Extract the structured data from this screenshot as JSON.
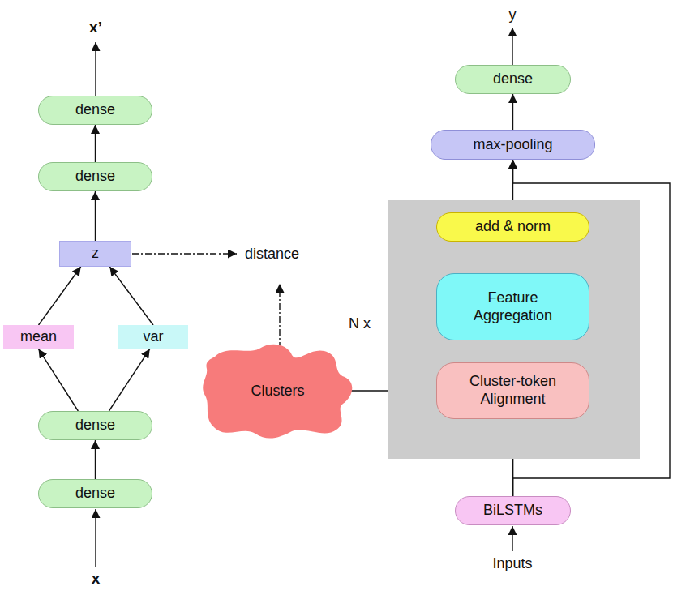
{
  "diagram": {
    "nodes": [
      {
        "text": [
          "dense"
        ]
      },
      {
        "text": [
          "dense"
        ]
      },
      {
        "text": [
          "z"
        ]
      },
      {
        "text": [
          "mean"
        ]
      },
      {
        "text": [
          "var"
        ]
      },
      {
        "text": [
          "dense"
        ]
      },
      {
        "text": [
          "dense"
        ]
      },
      {
        "text": [
          "dense"
        ]
      },
      {
        "text": [
          "max-pooling"
        ]
      },
      {
        "text": [
          "N x"
        ]
      },
      {
        "text": [
          "add & norm"
        ],
        "in": 9
      },
      {
        "text": [
          "Feature Aggregation"
        ],
        "in": 9
      },
      {
        "text": [
          "Cluster-token Alignment"
        ],
        "in": 9
      },
      {
        "text": [
          "Clusters"
        ]
      },
      {
        "text": [
          "BiLSTMs"
        ]
      }
    ],
    "edges": [
      {
        "from": 6,
        "to": 5,
        "arrow": "to"
      },
      {
        "from": 5,
        "to": 3,
        "arrow": "to"
      },
      {
        "from": 5,
        "to": 4,
        "arrow": "to"
      },
      {
        "from": 3,
        "to": 2,
        "arrow": "to"
      },
      {
        "from": 4,
        "to": 2,
        "arrow": "to"
      },
      {
        "from": 2,
        "to": 1,
        "arrow": "to"
      },
      {
        "from": 1,
        "to": 0,
        "arrow": "to"
      },
      {
        "from": 14,
        "to": 12,
        "arrow": "to"
      },
      {
        "from": 12,
        "to": 11,
        "arrow": "to"
      },
      {
        "from": 11,
        "to": 10,
        "arrow": "to"
      },
      {
        "from": 14,
        "to": 10,
        "arrow": "to"
      },
      {
        "from": 10,
        "to": 8,
        "arrow": "to"
      },
      {
        "from": 14,
        "to": 8,
        "arrow": "to"
      },
      {
        "from": 8,
        "to": 7,
        "arrow": "to"
      },
      {
        "from": 13,
        "to": 12,
        "arrow": "to"
      }
    ],
    "labels": [
      "x’",
      "y",
      "distance",
      "x",
      "Inputs"
    ]
  }
}
